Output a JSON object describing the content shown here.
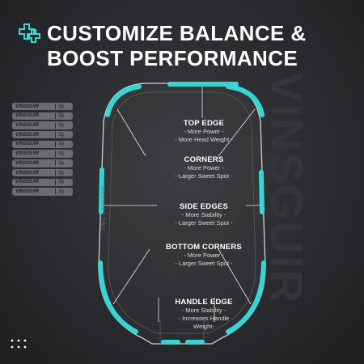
{
  "title": {
    "line1": "CUSTOMIZE BALANCE &",
    "line2": "BOOST PERFORMANCE"
  },
  "weights": {
    "brand": "VINSGUIR",
    "unit": "3g",
    "items": [
      {
        "brand": "VINSGUIR",
        "unit": "3g"
      },
      {
        "brand": "VINSGUIR",
        "unit": "3g"
      },
      {
        "brand": "VINSGUIR",
        "unit": "3g"
      },
      {
        "brand": "VINSGUIR",
        "unit": "3g"
      },
      {
        "brand": "VINSGUIR",
        "unit": "3g"
      },
      {
        "brand": "VINSGUIR",
        "unit": "3g"
      },
      {
        "brand": "VINSGUIR",
        "unit": "3g"
      },
      {
        "brand": "VINSGUIR",
        "unit": "3g"
      },
      {
        "brand": "VINSGUIR",
        "unit": "3g"
      },
      {
        "brand": "VINSGUIR",
        "unit": "3g"
      }
    ]
  },
  "zones": {
    "top_edge": {
      "heading": "TOP EDGE",
      "lines": [
        "- More Power -",
        "- More Head Weight -"
      ]
    },
    "corners": {
      "heading": "CORNERS",
      "lines": [
        "- More Power -",
        "- Larger Sweet Spot -"
      ]
    },
    "side_edges": {
      "heading": "SIDE EDGES",
      "lines": [
        "- More Stability -",
        "- Larger Sweet Spot -"
      ]
    },
    "bottom_corners": {
      "heading": "BOTTOM CORNERS",
      "lines": [
        "- More Power -",
        "- Larger Sweet Spot -"
      ]
    },
    "handle_edge": {
      "heading": "HANDLE EDGE",
      "lines": [
        "- More Stability -",
        "- Increases Handle",
        "Weight-"
      ]
    }
  },
  "paddle_text": "SMASHER PRO",
  "background_brand": "VINSGUIR",
  "colors": {
    "accent": "#39d5d6",
    "background": "#2a2b2e",
    "outline": "#cfd3d6",
    "weight_plate": "#6b6c70"
  }
}
